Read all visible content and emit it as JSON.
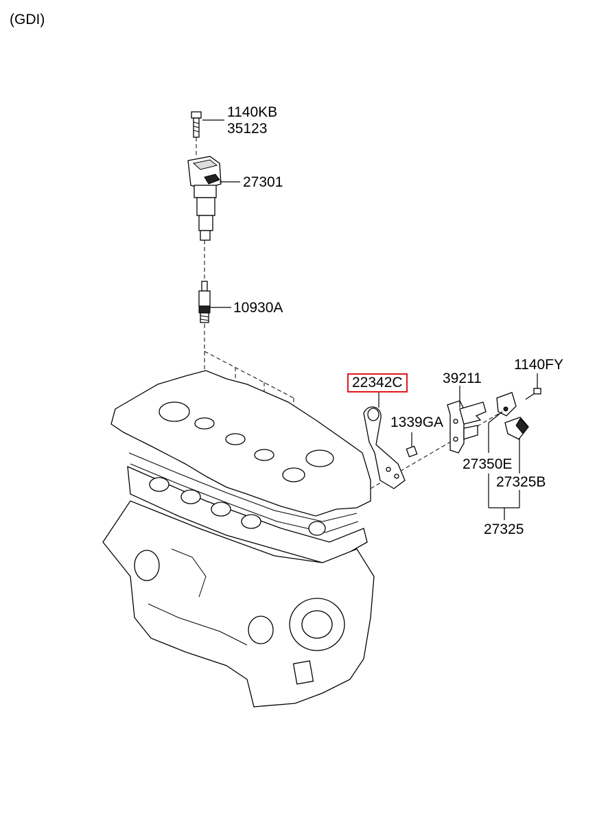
{
  "header": {
    "variant": "(GDI)"
  },
  "callouts": {
    "bolt_1": "1140KB",
    "bolt_2": "35123",
    "ignition_coil": "27301",
    "spark_plug": "10930A",
    "bracket_highlighted": "22342C",
    "nut": "1339GA",
    "bracket_2": "39211",
    "bolt_3": "1140FY",
    "sensor_1": "27350E",
    "sensor_2": "27325B",
    "sensor_assy": "27325"
  },
  "highlight_color": "#e0161b"
}
